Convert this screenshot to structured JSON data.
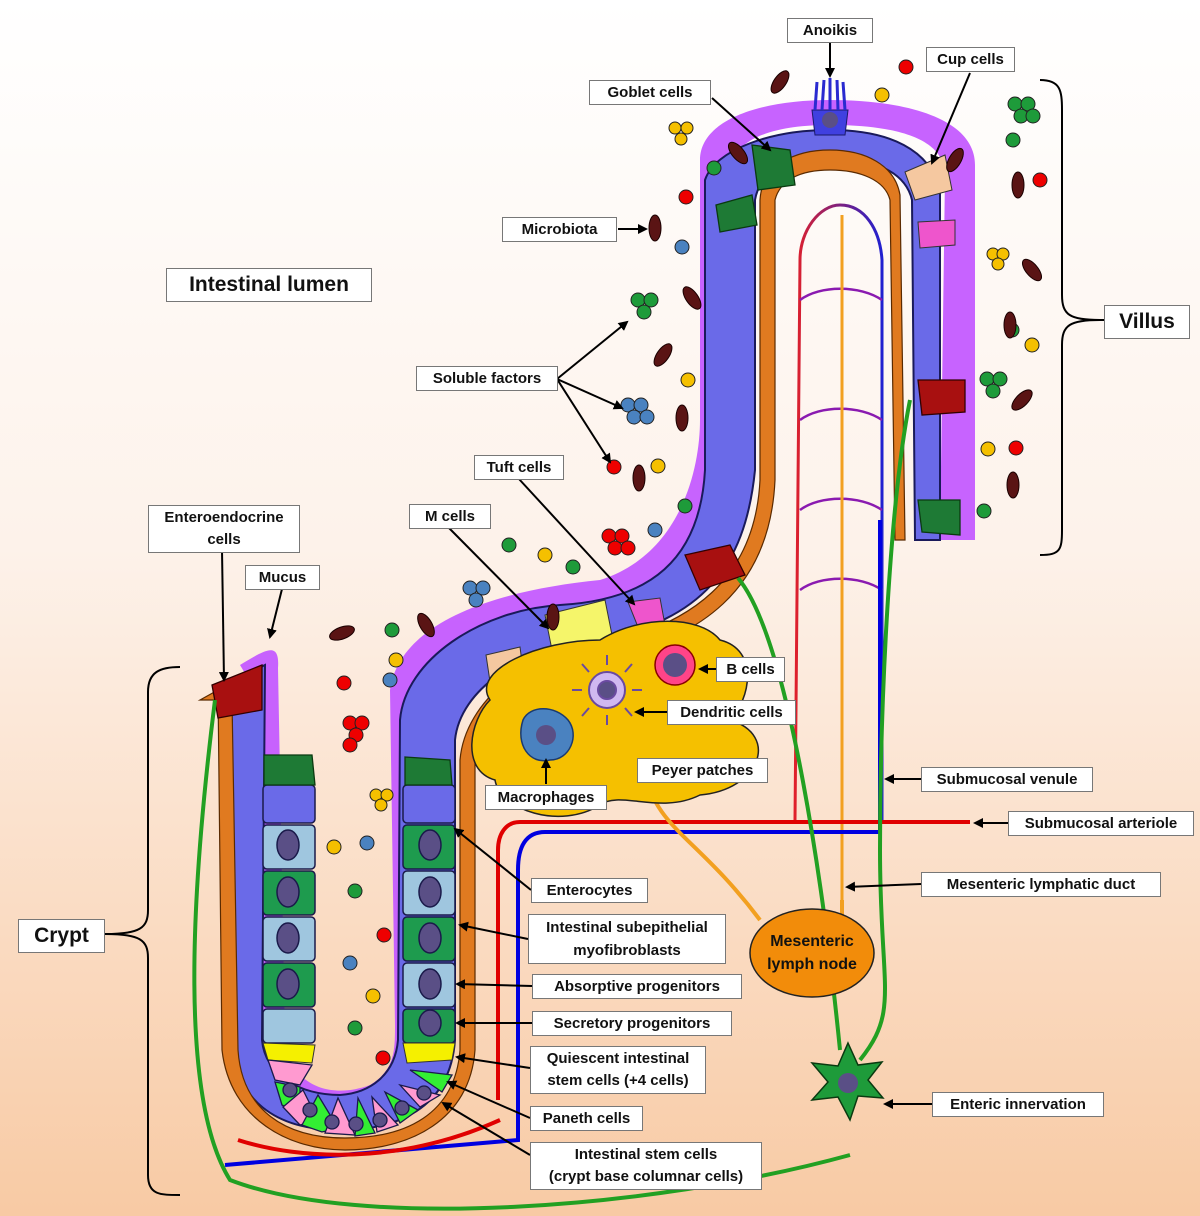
{
  "labels": {
    "anoikis": "Anoikis",
    "cup_cells": "Cup cells",
    "goblet_cells": "Goblet cells",
    "microbiota": "Microbiota",
    "intestinal_lumen": "Intestinal lumen",
    "soluble_factors": "Soluble factors",
    "tuft_cells": "Tuft cells",
    "m_cells": "M cells",
    "enteroendocrine_1": "Enteroendocrine",
    "enteroendocrine_2": "cells",
    "mucus": "Mucus",
    "villus": "Villus",
    "b_cells": "B cells",
    "dendritic_cells": "Dendritic cells",
    "peyer_patches": "Peyer patches",
    "macrophages": "Macrophages",
    "submucosal_venule": "Submucosal venule",
    "submucosal_arteriole": "Submucosal arteriole",
    "mesenteric_lymphatic_duct": "Mesenteric lymphatic duct",
    "enterocytes": "Enterocytes",
    "crypt": "Crypt",
    "isem_1": "Intestinal subepithelial",
    "isem_2": "myofibroblasts",
    "mesenteric_lymph_node_1": "Mesenteric",
    "mesenteric_lymph_node_2": "lymph node",
    "absorptive_progenitors": "Absorptive progenitors",
    "secretory_progenitors": "Secretory progenitors",
    "quiescent_1": "Quiescent intestinal",
    "quiescent_2": "stem cells (+4 cells)",
    "enteric_innervation": "Enteric innervation",
    "paneth_cells": "Paneth cells",
    "stem_cells_1": "Intestinal stem cells",
    "stem_cells_2": "(crypt base columnar cells)"
  },
  "colors": {
    "mucus": "#c45bff",
    "epithelium": "#6a6ae8",
    "arteriole": "#e00000",
    "venule": "#0000e0",
    "lymph": "#f2a020",
    "nerve": "#22a022",
    "peyer_patch": "#f5c000",
    "lymph_node": "#f28c0a"
  }
}
